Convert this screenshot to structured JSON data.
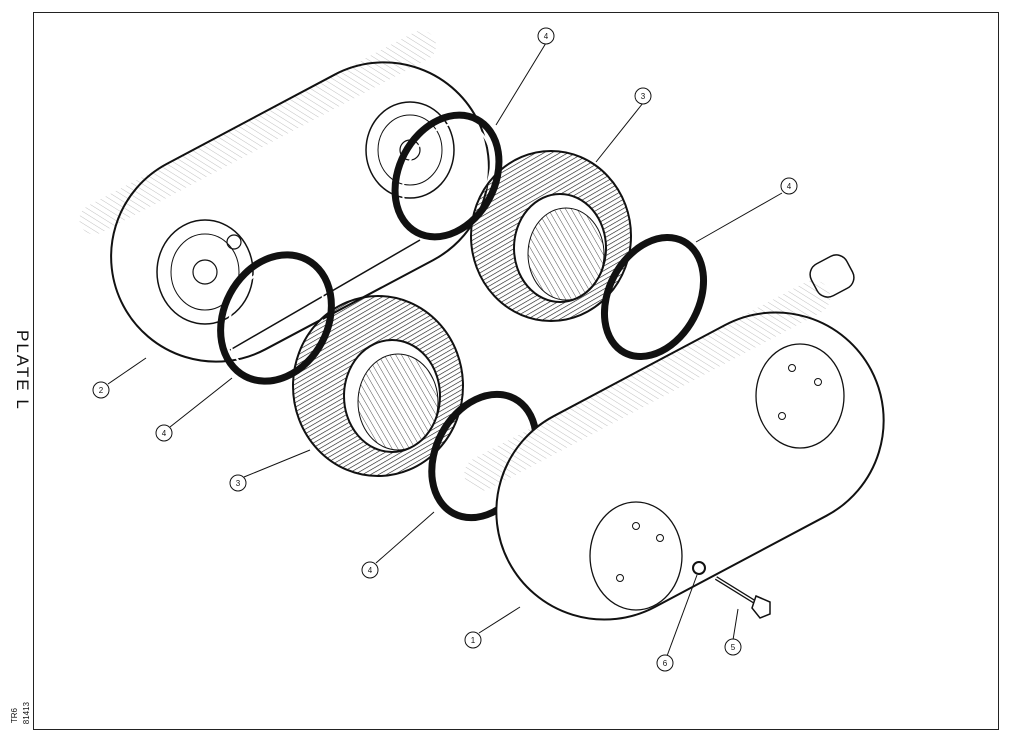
{
  "plate_title": "PLATE L",
  "model_code": "TR6",
  "drawing_number": "81413",
  "callouts": [
    "4",
    "3",
    "4",
    "2",
    "4",
    "3",
    "4",
    "1",
    "6",
    "5"
  ],
  "colors": {
    "ink": "#111111",
    "paper": "#ffffff"
  }
}
